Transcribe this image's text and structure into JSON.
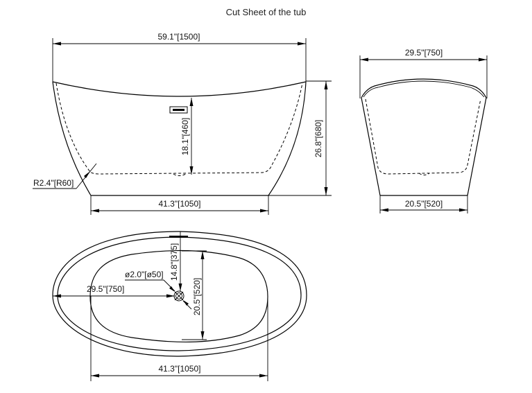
{
  "title": "Cut Sheet of the tub",
  "side_view": {
    "overall_length": "59.1\"[1500]",
    "water_depth": "18.1\"[460]",
    "overall_height": "26.8\"[680]",
    "corner_radius": "R2.4\"[R60]",
    "base_length": "41.3\"[1050]"
  },
  "end_view": {
    "top_width": "29.5\"[750]",
    "base_width": "20.5\"[520]"
  },
  "plan_view": {
    "drain_diameter": "ø2.0\"[ø50]",
    "drain_to_end": "29.5\"[750]",
    "drain_to_overflow": "14.8\"[375]",
    "inner_width": "20.5\"[520]",
    "base_length": "41.3\"[1050]"
  },
  "colors": {
    "line": "#000000",
    "background": "#ffffff",
    "text": "#111111"
  }
}
